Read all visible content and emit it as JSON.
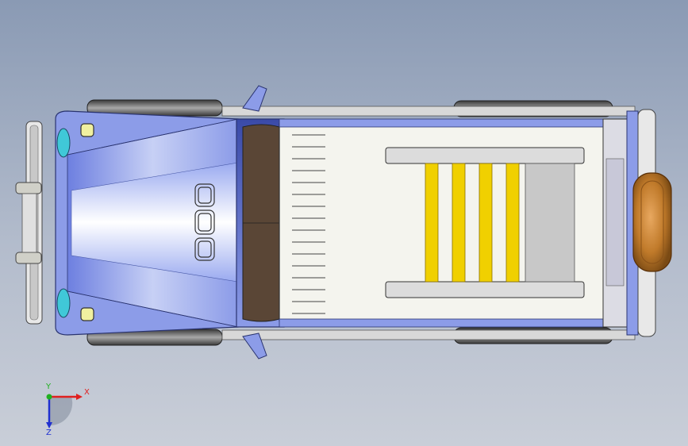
{
  "viewport": {
    "background_top": "#8a9ab4",
    "background_bottom": "#c9ced8"
  },
  "model": {
    "body_color": "#8c9ce8",
    "roof_color": "#f4f4ee",
    "rail_color": "#f0d000",
    "windshield_color": "#5a4636",
    "spare_tire_color": "#c07a2a",
    "tire_color": "#555555"
  },
  "triad": {
    "x_label": "X",
    "y_label": "Y",
    "z_label": "Z",
    "x_color": "#e02020",
    "y_color": "#20b020",
    "z_color": "#2030d0"
  }
}
